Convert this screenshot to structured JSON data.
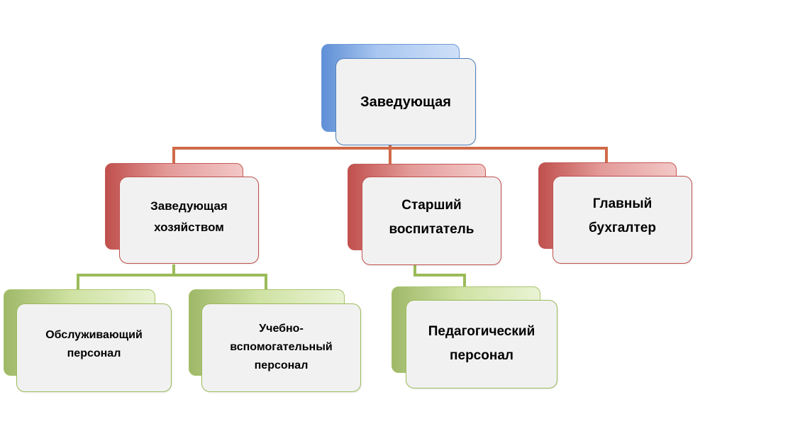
{
  "nodes": {
    "head": "Заведующая",
    "household_head": "Заведующая\nхозяйством",
    "senior_educator": "Старший\nвоспитатель",
    "chief_accountant": "Главный\nбухгалтер",
    "service_staff": "Обслуживающий\nперсонал",
    "educational_support_staff": "Учебно-\nвспомогательный\nперсонал",
    "teaching_staff": "Педагогический\nперсонал"
  },
  "colors": {
    "top": "#4f81bd",
    "level2": "#c0504d",
    "level3": "#9bbb59",
    "connector_top": "#c0504d",
    "connector_bottom": "#9bbb59"
  }
}
